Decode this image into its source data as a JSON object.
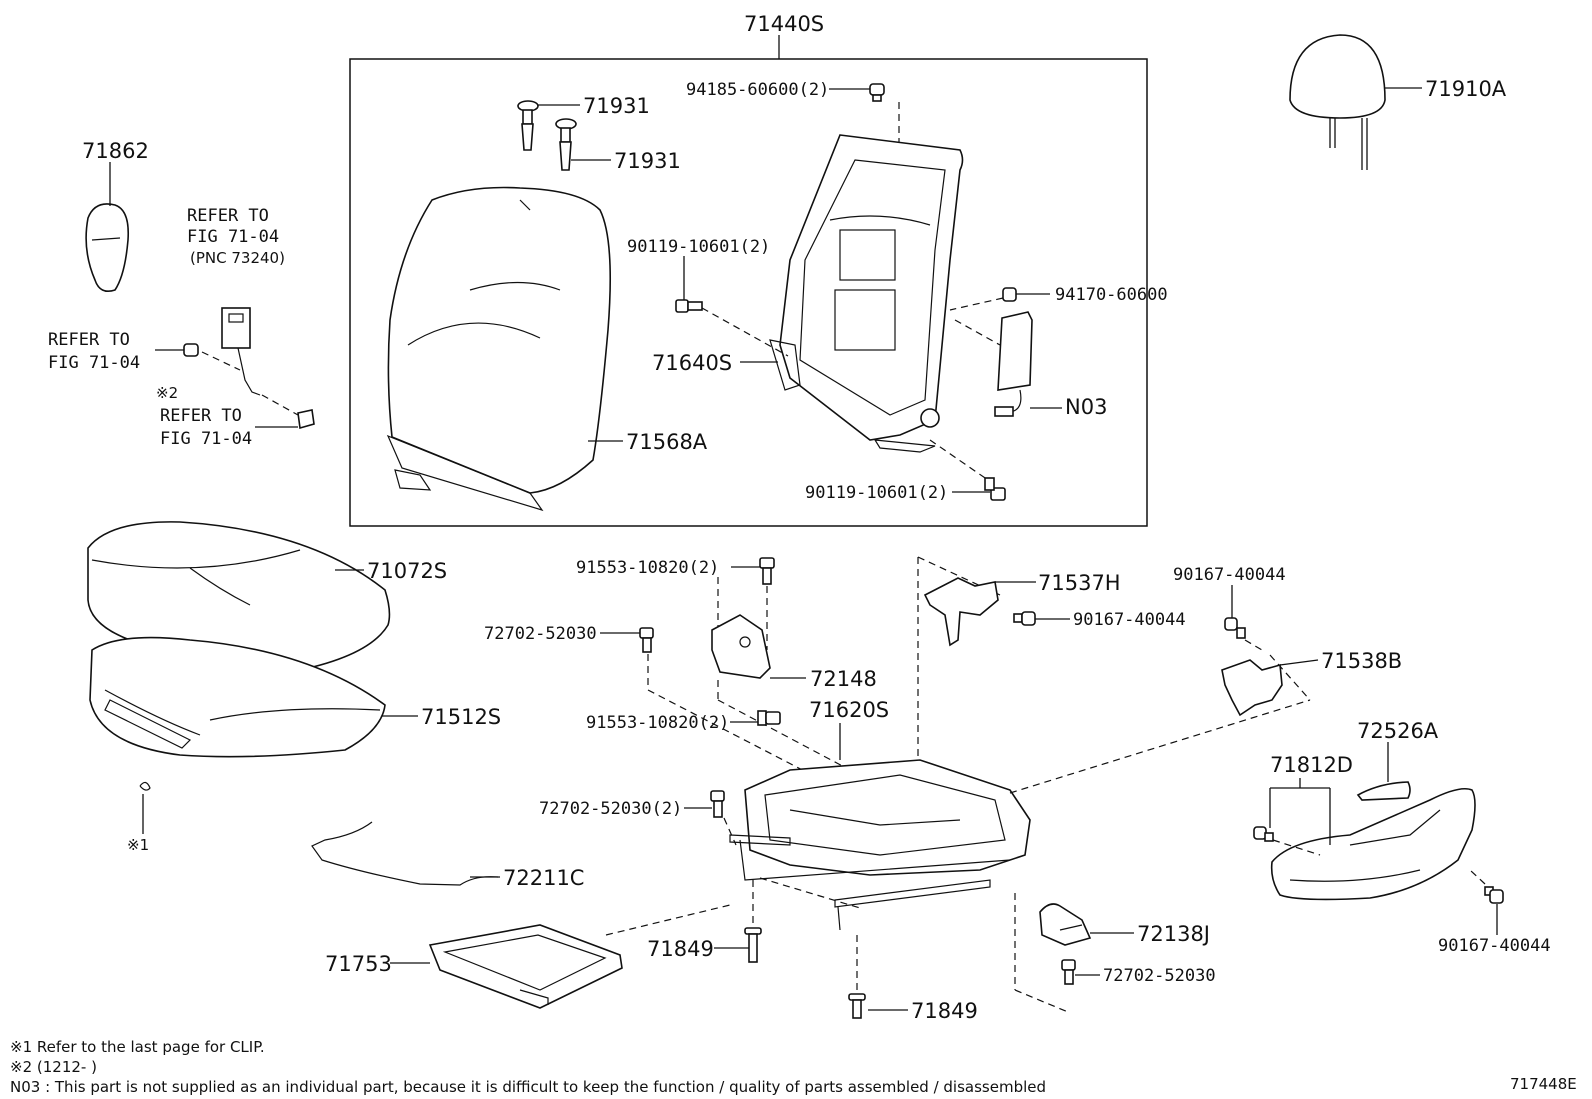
{
  "parts": {
    "p71440S": "71440S",
    "p94185": "94185-60600(2)",
    "p71931a": "71931",
    "p71931b": "71931",
    "p71910A": "71910A",
    "p71862": "71862",
    "refer1": "REFER TO",
    "refer1b": "FIG 71-04",
    "refer1c": "(PNC 73240)",
    "refer2": "REFER TO",
    "refer2b": "FIG 71-04",
    "mark2": "※2",
    "refer3": "REFER TO",
    "refer3b": "FIG 71-04",
    "p90119a": "90119-10601(2)",
    "p94170": "94170-60600",
    "p71640S": "71640S",
    "pN03": "N03",
    "p71568A": "71568A",
    "p90119b": "90119-10601(2)",
    "p71072S": "71072S",
    "p91553a": "91553-10820(2)",
    "p72702a": "72702-52030",
    "p72148": "72148",
    "p91553b": "91553-10820(2)",
    "p71620S": "71620S",
    "p71512S": "71512S",
    "p71537H": "71537H",
    "p90167a": "90167-40044",
    "p90167b": "90167-40044",
    "p71538B": "71538B",
    "p72526A": "72526A",
    "p71812D": "71812D",
    "mark1": "※1",
    "p72702b": "72702-52030(2)",
    "p72211C": "72211C",
    "p71753": "71753",
    "p71849a": "71849",
    "p71849b": "71849",
    "p72138J": "72138J",
    "p72702c": "72702-52030",
    "p90167c": "90167-40044"
  },
  "notes": {
    "n1": "※1 Refer to the last page for CLIP.",
    "n2": "※2 (1212-      )",
    "n3": "N03 : This part is not supplied as an individual part, because it is difficult to keep the function / quality of parts assembled / disassembled"
  },
  "figure_id": "717448E"
}
